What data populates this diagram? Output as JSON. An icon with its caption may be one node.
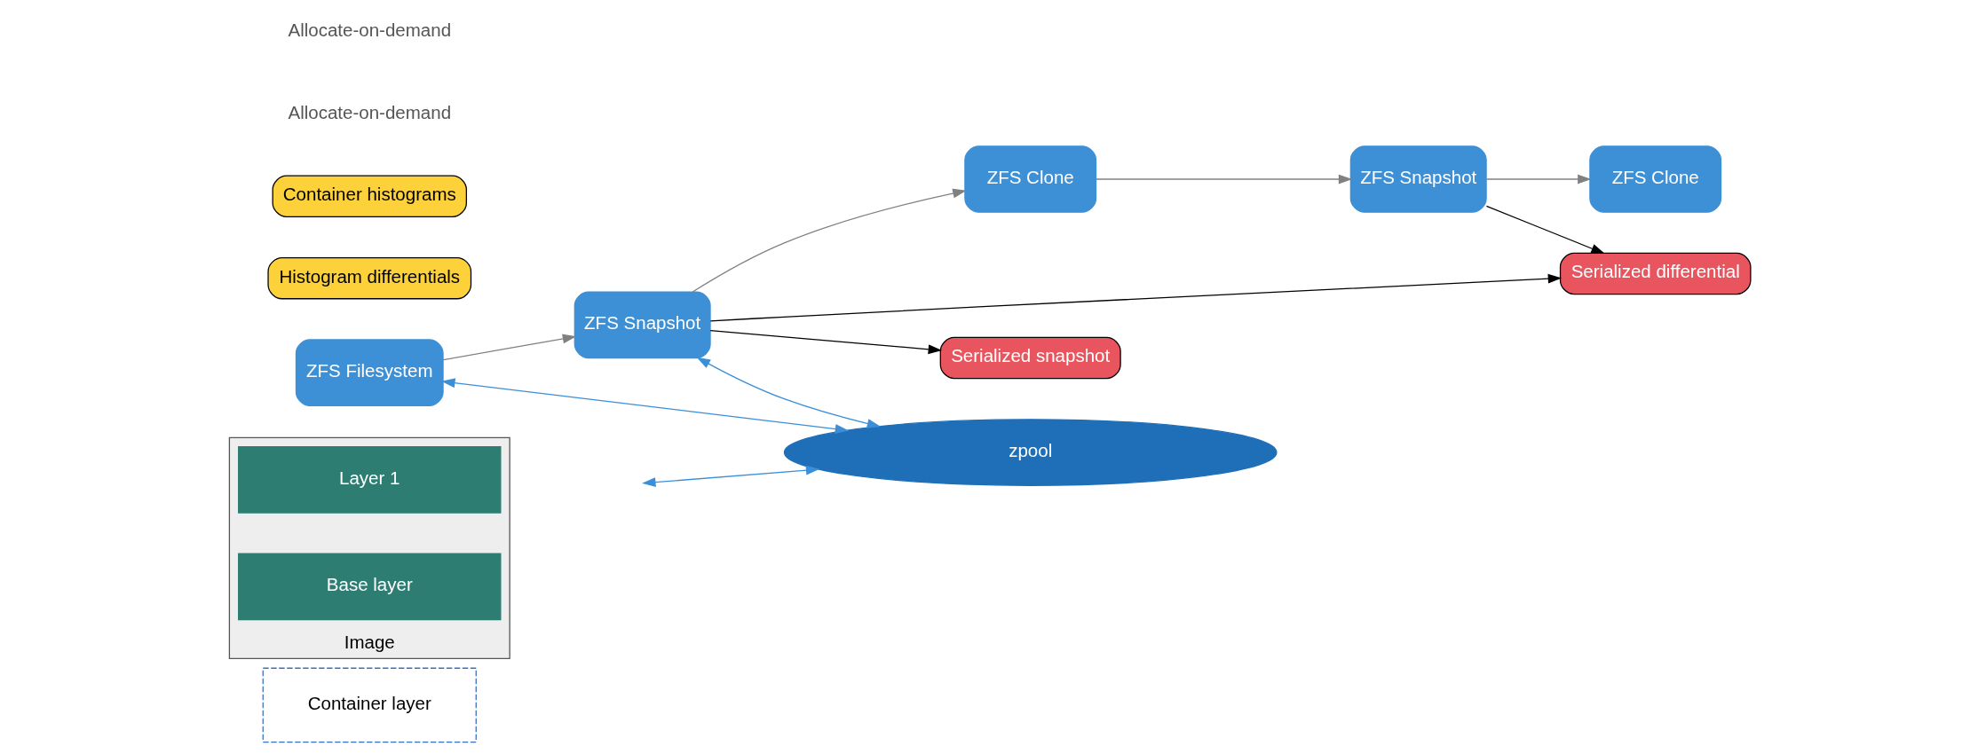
{
  "diagram": {
    "nodes": [
      {
        "text": [
          "Container layer"
        ]
      },
      {
        "text": [
          "Image"
        ]
      },
      {
        "text": [
          "Layer 1"
        ],
        "in": 1
      },
      {
        "text": [
          "Base layer"
        ],
        "in": 1
      },
      {
        "text": [
          "ZFS Clone"
        ]
      },
      {
        "text": [
          "ZFS Clone"
        ]
      },
      {
        "text": [
          "ZFS Snapshot"
        ]
      },
      {
        "text": [
          "ZFS Filesystem"
        ]
      },
      {
        "text": [
          "ZFS Snapshot"
        ]
      },
      {
        "text": [
          "Serialized differential"
        ]
      },
      {
        "text": [
          "Histogram differentials"
        ]
      },
      {
        "text": [
          "Serialized snapshot"
        ]
      },
      {
        "text": [
          "Container histograms"
        ]
      },
      {
        "text": [
          "zpool"
        ]
      }
    ],
    "edges": [
      {
        "from": 7,
        "to": 8,
        "arrow": "to"
      },
      {
        "from": 8,
        "to": 5,
        "arrow": "to"
      },
      {
        "from": 5,
        "to": 6,
        "arrow": "to"
      },
      {
        "from": 6,
        "to": 4,
        "arrow": "to"
      },
      {
        "from": 6,
        "to": 9,
        "arrow": "to",
        "color": "#000000"
      },
      {
        "from": 8,
        "to": 9,
        "arrow": "to",
        "color": "#000000"
      },
      {
        "from": 8,
        "to": 11,
        "arrow": "to",
        "color": "#000000"
      },
      {
        "from": 7,
        "to": 13,
        "arrow": "both",
        "color": "#3a8fd8"
      },
      {
        "from": 8,
        "to": 13,
        "arrow": "both",
        "color": "#3a8fd8"
      },
      {
        "from": null,
        "to": 13,
        "arrow": "both",
        "color": "#3a8fd8"
      }
    ],
    "labels": [
      "Allocate-on-demand",
      "Allocate-on-demand"
    ]
  }
}
